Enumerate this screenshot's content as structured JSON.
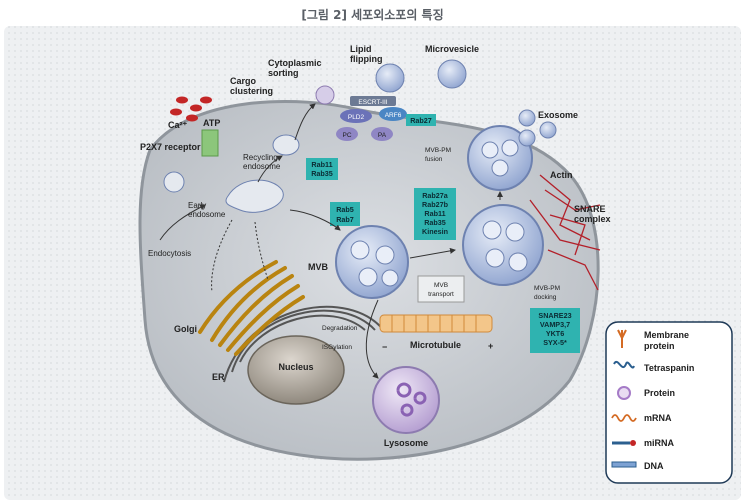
{
  "header": {
    "title": "[그림 2] 세포외소포의 특징"
  },
  "labels": {
    "cytoplasmic_sorting": [
      "Cytoplasmic",
      "sorting"
    ],
    "lipid_flipping": [
      "Lipid",
      "flipping"
    ],
    "microvesicle": "Microvesicle",
    "cargo_clustering": [
      "Cargo",
      "clustering"
    ],
    "ca2": "Ca²⁺",
    "atp": "ATP",
    "p2x7": "P2X7 receptor",
    "escrt": "ESCRT-III",
    "pld2": "PLD2",
    "arf6": "ARF6",
    "pc": "PC",
    "pa": "PA",
    "rab27": "Rab27",
    "recycling_endosome": [
      "Recycling",
      "endosome"
    ],
    "rab11_35": [
      "Rab11",
      "Rab35"
    ],
    "early_endosome": [
      "Early",
      "endosome"
    ],
    "endocytosis": "Endocytosis",
    "rab5_7": [
      "Rab5",
      "Rab7"
    ],
    "mvb_pm_fusion": [
      "MVB-PM",
      "fusion"
    ],
    "exosome": "Exosome",
    "actin": "Actin",
    "snare_complex": [
      "SNARE",
      "complex"
    ],
    "rab_group": [
      "Rab27a",
      "Rab27b",
      "Rab11",
      "Rab35",
      "Kinesin"
    ],
    "mvb": "MVB",
    "mvb_transport": [
      "MVB",
      "transport"
    ],
    "mvb_pm_docking": [
      "MVB-PM",
      "docking"
    ],
    "snare_group": [
      "SNARE23",
      "VAMP3,7",
      "YKT6",
      "SYX-5*"
    ],
    "golgi": "Golgi",
    "er": "ER",
    "nucleus": "Nucleus",
    "degradation": "Degradation",
    "isgylation": "ISGylation",
    "microtubule": "Microtubule",
    "minus": "−",
    "plus": "+",
    "lysosome": "Lysosome"
  },
  "legend": {
    "items": [
      {
        "icon": "membrane-protein-icon",
        "label": [
          "Membrane",
          "protein"
        ]
      },
      {
        "icon": "tetraspanin-icon",
        "label": [
          "Tetraspanin"
        ]
      },
      {
        "icon": "protein-icon",
        "label": [
          "Protein"
        ]
      },
      {
        "icon": "mrna-icon",
        "label": [
          "mRNA"
        ]
      },
      {
        "icon": "mirna-icon",
        "label": [
          "miRNA"
        ]
      },
      {
        "icon": "dna-icon",
        "label": [
          "DNA"
        ]
      }
    ]
  },
  "colors": {
    "cell_fill": "#c9cdd2",
    "teal_box": "#2fb3b0",
    "legend_border": "#1f3a57",
    "vesicle_fill": "#a9b9d9",
    "golgi": "#d8a21a",
    "actin": "#b3202a",
    "lysosome": "#c7b5dd"
  }
}
